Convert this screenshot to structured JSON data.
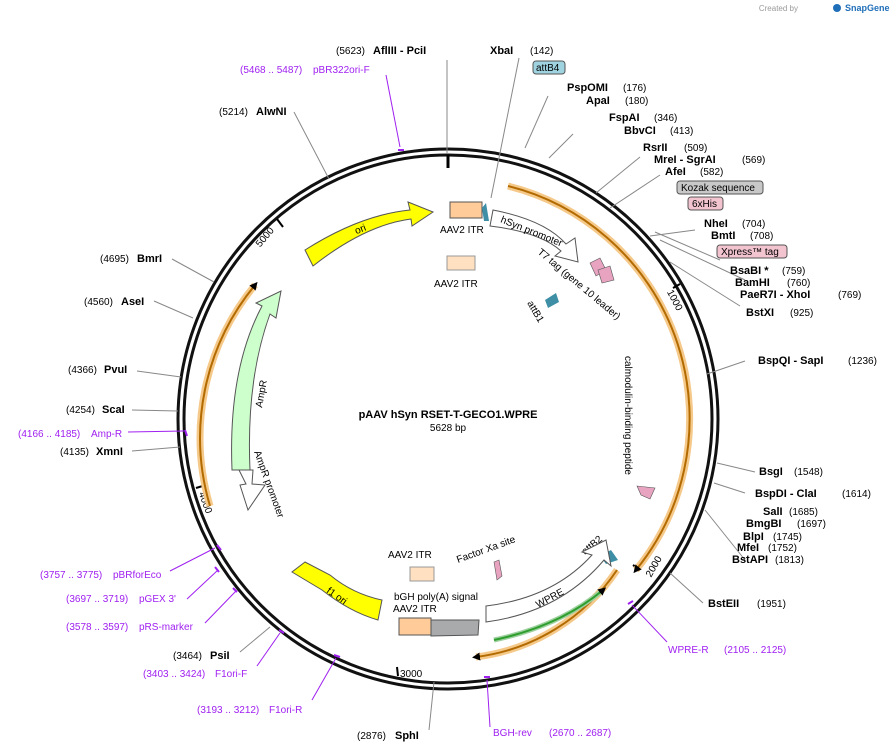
{
  "watermark": {
    "prefix": "Created by",
    "brand": "SnapGene"
  },
  "plasmid": {
    "name": "pAAV hSyn RSET-T-GECO1.WPRE",
    "size": "5628 bp"
  },
  "ticks": [
    "1000",
    "2000",
    "3000",
    "4000",
    "5000"
  ],
  "sites": [
    {
      "pos": "(142)",
      "name": "XbaI"
    },
    {
      "pos": "(176)",
      "name": "PspOMI"
    },
    {
      "pos": "(180)",
      "name": "ApaI"
    },
    {
      "pos": "(346)",
      "name": "FspAI"
    },
    {
      "pos": "(413)",
      "name": "BbvCI"
    },
    {
      "pos": "(509)",
      "name": "RsrII"
    },
    {
      "pos": "(569)",
      "name": "MreI  - SgrAI"
    },
    {
      "pos": "(582)",
      "name": "AfeI"
    },
    {
      "pos": "(704)",
      "name": "NheI"
    },
    {
      "pos": "(708)",
      "name": "BmtI"
    },
    {
      "pos": "(759)",
      "name": "BsaBI *"
    },
    {
      "pos": "(760)",
      "name": "BamHI"
    },
    {
      "pos": "(769)",
      "name": "PaeR7I  - XhoI"
    },
    {
      "pos": "(925)",
      "name": "BstXI"
    },
    {
      "pos": "(1236)",
      "name": "BspQI  - SapI"
    },
    {
      "pos": "(1548)",
      "name": "BsgI"
    },
    {
      "pos": "(1614)",
      "name": "BspDI  - ClaI"
    },
    {
      "pos": "(1685)",
      "name": "SalI"
    },
    {
      "pos": "(1697)",
      "name": "BmgBI"
    },
    {
      "pos": "(1745)",
      "name": "BlpI"
    },
    {
      "pos": "(1752)",
      "name": "MfeI"
    },
    {
      "pos": "(1813)",
      "name": "BstAPI"
    },
    {
      "pos": "(1951)",
      "name": "BstEII"
    },
    {
      "pos": "(2876)",
      "name": "SphI"
    },
    {
      "pos": "(3464)",
      "name": "PsiI"
    },
    {
      "pos": "(4135)",
      "name": "XmnI"
    },
    {
      "pos": "(4254)",
      "name": "ScaI"
    },
    {
      "pos": "(4366)",
      "name": "PvuI"
    },
    {
      "pos": "(4560)",
      "name": "AseI"
    },
    {
      "pos": "(4695)",
      "name": "BmrI"
    },
    {
      "pos": "(5214)",
      "name": "AlwNI"
    },
    {
      "pos": "(5623)",
      "name": "AflIII  - PciI"
    }
  ],
  "primers": [
    {
      "pos": "(5468 .. 5487)",
      "name": "pBR322ori-F"
    },
    {
      "pos": "(4166 .. 4185)",
      "name": "Amp-R"
    },
    {
      "pos": "(3757 .. 3775)",
      "name": "pBRforEco"
    },
    {
      "pos": "(3697 .. 3719)",
      "name": "pGEX 3'"
    },
    {
      "pos": "(3578 .. 3597)",
      "name": "pRS-marker"
    },
    {
      "pos": "(3403 .. 3424)",
      "name": "F1ori-F"
    },
    {
      "pos": "(3193 .. 3212)",
      "name": "F1ori-R"
    },
    {
      "pos": "(2670 .. 2687)",
      "name": "BGH-rev"
    },
    {
      "pos": "(2105 .. 2125)",
      "name": "WPRE-R"
    }
  ],
  "boxed_features": [
    {
      "name": "attB4",
      "color": "#9fd3e0"
    },
    {
      "name": "Kozak sequence",
      "color": "#c8c8c8"
    },
    {
      "name": "6xHis",
      "color": "#f2c4d0"
    },
    {
      "name": "Xpress™ tag",
      "color": "#f2c4d0"
    }
  ],
  "features": {
    "ori": "ori",
    "ampr": "AmpR",
    "ampr_promoter": "AmpR promoter",
    "f1_ori": "f1 ori",
    "aav2_itr": "AAV2 ITR",
    "hsyn": "hSyn promoter",
    "t7_tag": "T7 tag (gene 10 leader)",
    "attb1": "attB1",
    "cbp": "calmodulin-binding peptide",
    "factor_xa": "Factor Xa site",
    "attb2": "attB2",
    "bgh": "bGH poly(A) signal",
    "wpre": "WPRE"
  },
  "colors": {
    "ori": "#ffff00",
    "ampr": "#ccffcc",
    "f1_ori": "#ffff00",
    "itr": "#ffcc99",
    "itr_light": "#ffe0c0",
    "bgh": "#a8aaac",
    "orf_orange": "#f5a623",
    "wpre_green": "#2e9e2e",
    "primer": "#a020f0",
    "tag_pink": "#e7a3c0",
    "teal": "#3e8fa6"
  }
}
